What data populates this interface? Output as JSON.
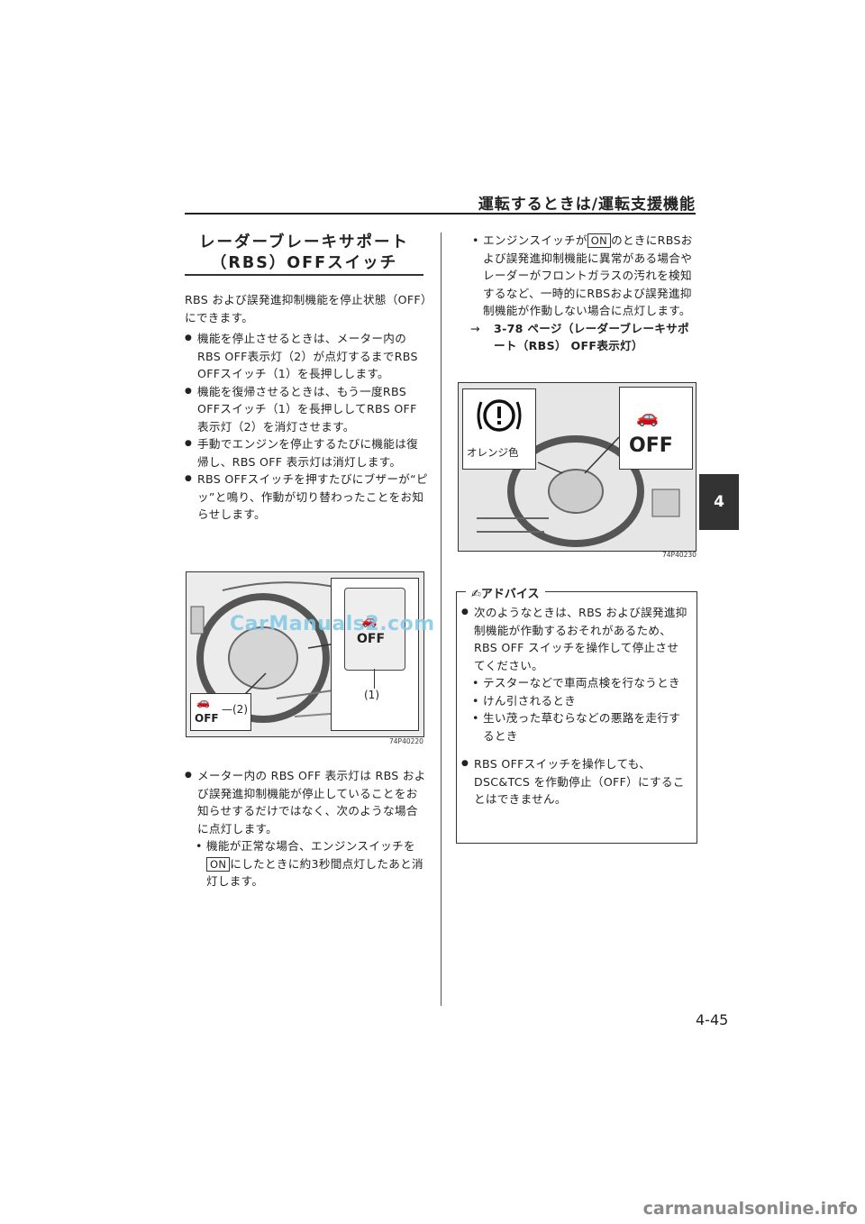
{
  "header": {
    "title": "運転するときは/運転支援機能"
  },
  "section": {
    "title_line1": "レーダーブレーキサポート",
    "title_line2": "（RBS）OFFスイッチ"
  },
  "left": {
    "intro": "RBS および誤発進抑制機能を停止状態（OFF）にできます。",
    "bullets": [
      "機能を停止させるときは、メーター内のRBS OFF表示灯（2）が点灯するまでRBS OFFスイッチ（1）を長押しします。",
      "機能を復帰させるときは、もう一度RBS OFFスイッチ（1）を長押ししてRBS OFF表示灯（2）を消灯させます。",
      "手動でエンジンを停止するたびに機能は復帰し、RBS OFF 表示灯は消灯します。",
      "RBS OFFスイッチを押すたびにブザーが“ピッ”と鳴り、作動が切り替わったことをお知らせします。"
    ],
    "figure": {
      "code": "74P40220",
      "label1": "(1)",
      "label2": "—(2)",
      "off_text": "OFF"
    },
    "bullet5": "メーター内の RBS OFF 表示灯は RBS および誤発進抑制機能が停止していることをお知らせするだけではなく、次のような場合に点灯します。",
    "sub1_pre": "機能が正常な場合、エンジンスイッチを",
    "sub1_kbd": "ON",
    "sub1_post": "にしたときに約3秒間点灯したあと消灯します。"
  },
  "right": {
    "sub2_pre": "エンジンスイッチが",
    "sub2_kbd": "ON",
    "sub2_post": "のときにRBSおよび誤発進抑制機能に異常がある場合やレーダーがフロントガラスの汚れを検知するなど、一時的にRBSおよび誤発進抑制機能が作動しない場合に点灯します。",
    "ref_arrow": "→",
    "ref_text": "3-78 ページ（レーダーブレーキサポート（RBS） OFF表示灯）",
    "figure": {
      "code": "74P40230",
      "orange_label": "オレンジ色",
      "off_text": "OFF"
    },
    "advice": {
      "title": "アドバイス",
      "bullet1": "次のようなときは、RBS および誤発進抑制機能が作動するおそれがあるため、RBS OFF スイッチを操作して停止させてください。",
      "subs": [
        "テスターなどで車両点検を行なうとき",
        "けん引されるとき",
        "生い茂った草むらなどの悪路を走行するとき"
      ],
      "bullet2": "RBS OFFスイッチを操作しても、DSC&TCS を作動停止（OFF）にすることはできません。"
    }
  },
  "tab": "4",
  "page_number": "4-45",
  "watermark": "CarManuals2.com",
  "footer": "carmanualsonline.info"
}
